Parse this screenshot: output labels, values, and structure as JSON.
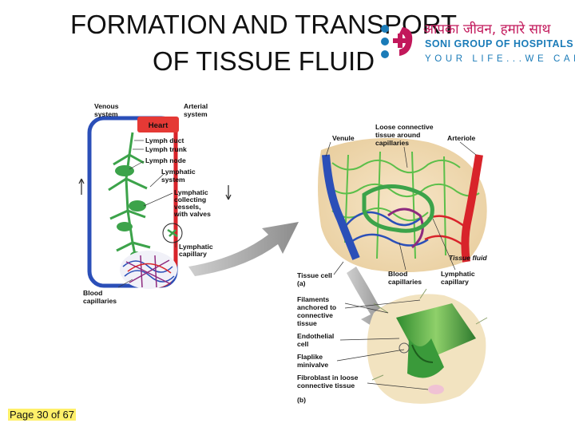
{
  "slide": {
    "title_line1": "FORMATION AND TRANSPORT",
    "title_line2": "OF TISSUE FLUID",
    "page_label": "Page 30 of 67"
  },
  "logo": {
    "hindi_text": "आपका जीवन, हमारे साथ",
    "name": "SONI GROUP OF HOSPITALS",
    "tagline": "YOUR LIFE...WE CARE!",
    "colors": {
      "accent": "#c2185b",
      "blue": "#1a7bb8"
    }
  },
  "figure": {
    "left": {
      "venous_system": [
        "Venous",
        "system"
      ],
      "arterial_system": [
        "Arterial",
        "system"
      ],
      "heart": "Heart",
      "lymph_duct": "Lymph duct",
      "lymph_trunk": "Lymph trunk",
      "lymph_node": "Lymph node",
      "lymphatic_system": [
        "Lymphatic",
        "system"
      ],
      "collecting": [
        "Lymphatic",
        "collecting",
        "vessels,",
        "with valves"
      ],
      "lymphatic_capillary": [
        "Lymphatic",
        "capillary"
      ],
      "blood_capillaries": [
        "Blood",
        "capillaries"
      ]
    },
    "panel_a": {
      "venule": "Venule",
      "loose_ct": [
        "Loose connective",
        "tissue around",
        "capillaries"
      ],
      "arteriole": "Arteriole",
      "tissue_fluid": "Tissue fluid",
      "tissue_cell": "Tissue cell",
      "label_a": "(a)",
      "blood_capillaries": [
        "Blood",
        "capillaries"
      ],
      "lymphatic_capillary": [
        "Lymphatic",
        "capillary"
      ]
    },
    "panel_b": {
      "filaments": [
        "Filaments",
        "anchored to",
        "connective",
        "tissue"
      ],
      "endothelial": [
        "Endothelial",
        "cell"
      ],
      "flaplike": [
        "Flaplike",
        "minivalve"
      ],
      "fibroblast": [
        "Fibroblast in loose",
        "connective tissue"
      ],
      "label_b": "(b)"
    }
  }
}
